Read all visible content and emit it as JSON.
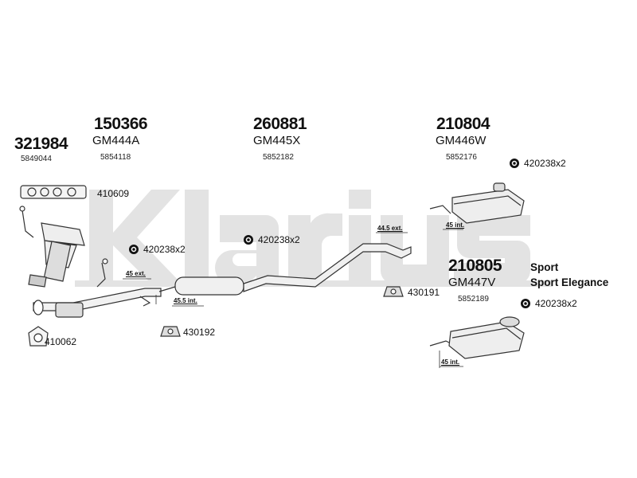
{
  "brand": {
    "watermark": "Klarius"
  },
  "parts": {
    "p321984": {
      "number": "321984",
      "oe": "5849044"
    },
    "p150366": {
      "number": "150366",
      "code": "GM444A",
      "oe": "5854118"
    },
    "p260881": {
      "number": "260881",
      "code": "GM445X",
      "oe": "5852182"
    },
    "p210804": {
      "number": "210804",
      "code": "GM446W",
      "oe": "5852176"
    },
    "p210805": {
      "number": "210805",
      "code": "GM447V",
      "oe": "5852189"
    }
  },
  "variants": [
    "Sport",
    "Sport Elegance"
  ],
  "fittings": {
    "f410609": "410609",
    "f410062": "410062",
    "f420238_a": "420238x2",
    "f420238_b": "420238x2",
    "f420238_c": "420238x2",
    "f420238_d": "420238x2",
    "f430192": "430192",
    "f430191": "430191"
  },
  "dimensions": {
    "d45ext": "45 ext.",
    "d455int": "45.5 int.",
    "d445ext": "44.5 ext.",
    "d45int_a": "45 int.",
    "d45int_b": "45 int."
  }
}
